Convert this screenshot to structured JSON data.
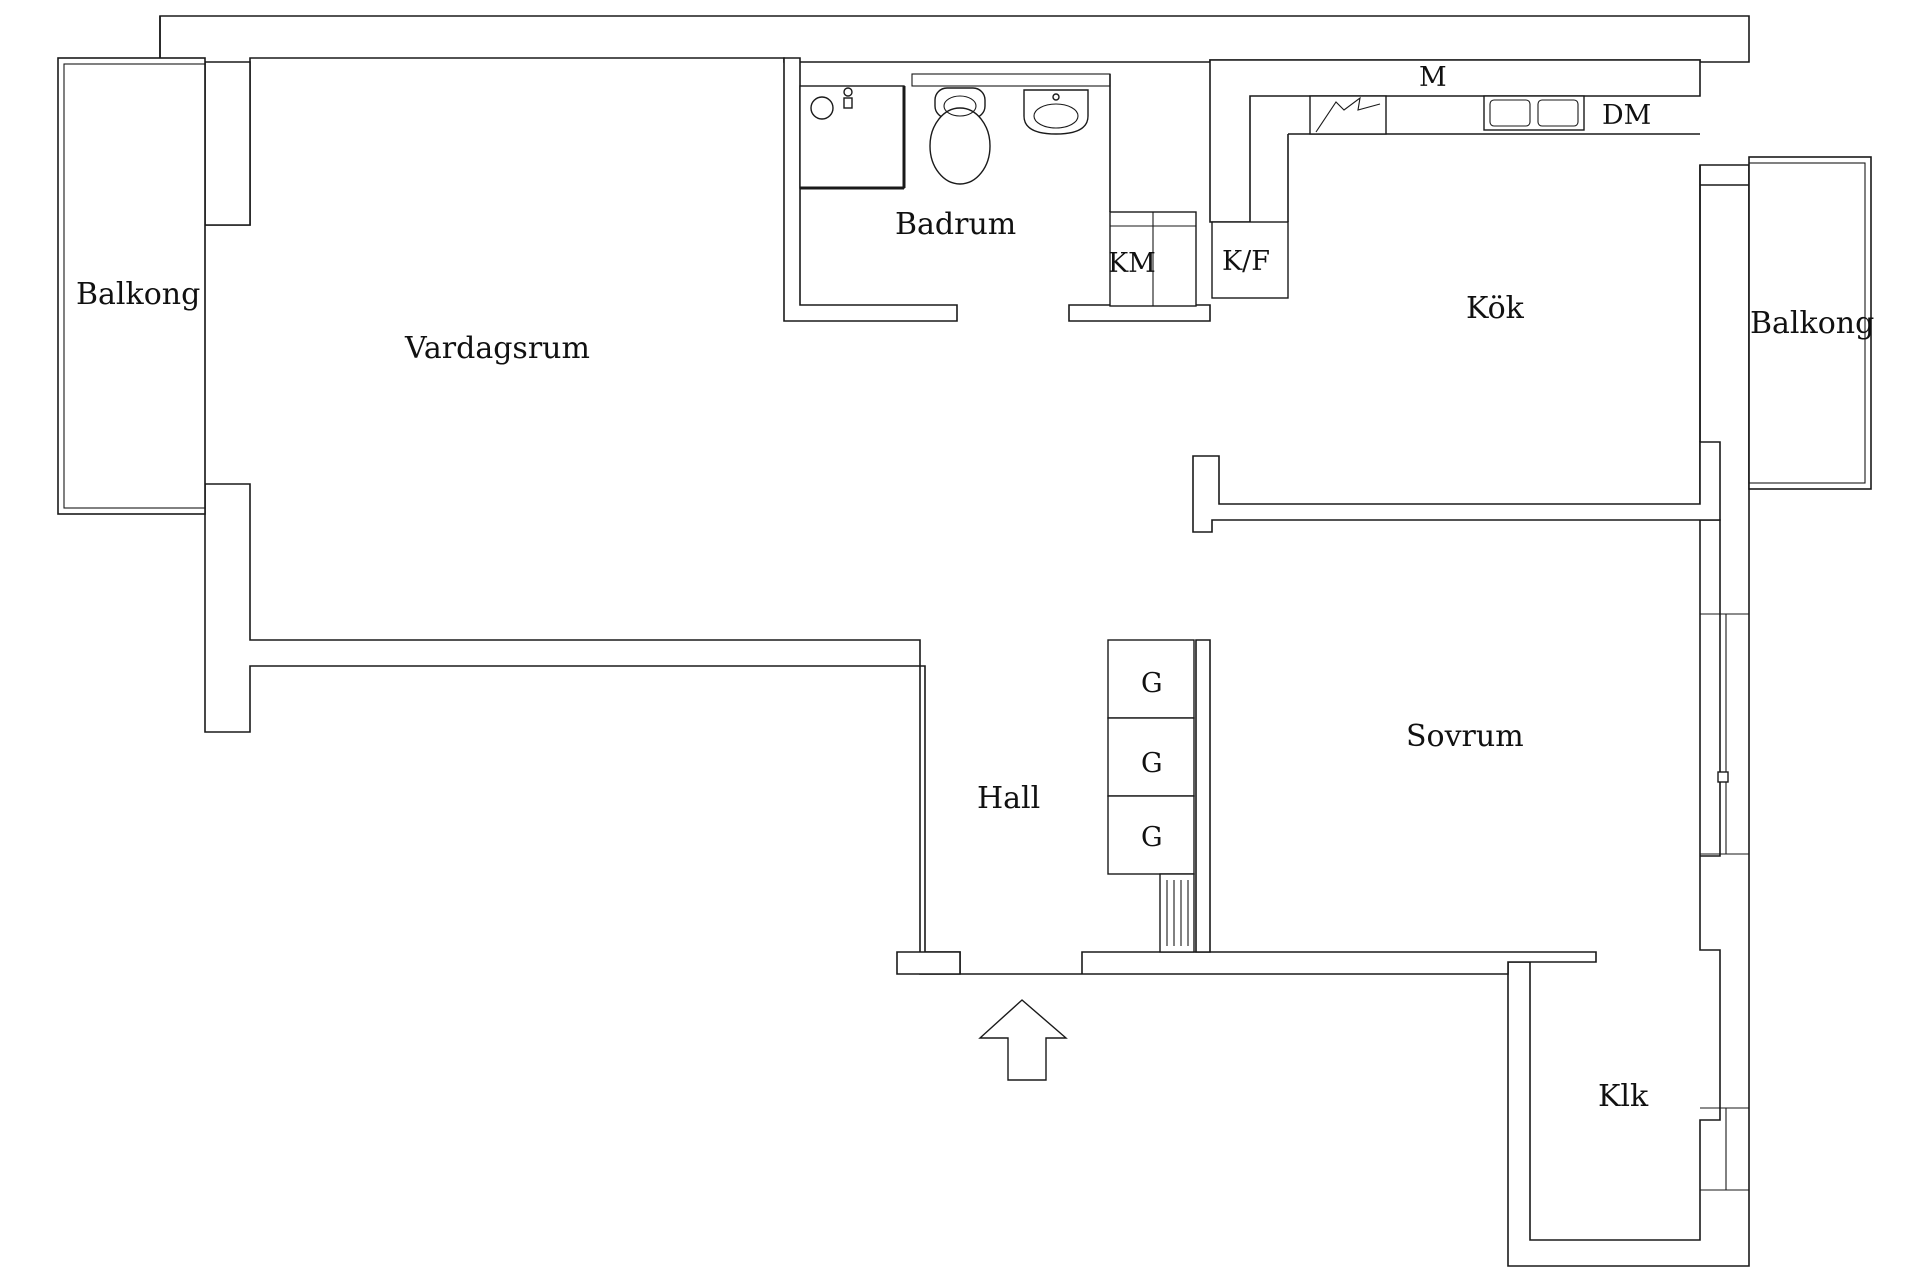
{
  "rooms": {
    "balkong_west": "Balkong",
    "vardagsrum": "Vardagsrum",
    "badrum": "Badrum",
    "km": "KM",
    "kf": "K/F",
    "m": "M",
    "dm": "DM",
    "kok": "Kök",
    "balkong_east": "Balkong",
    "sovrum": "Sovrum",
    "hall": "Hall",
    "g1": "G",
    "g2": "G",
    "g3": "G",
    "klk": "Klk"
  },
  "icons": {
    "entrance": "entrance-arrow-icon",
    "toilet": "toilet-icon",
    "sink": "sink-icon",
    "shower": "shower-icon",
    "stove": "stove-icon"
  }
}
